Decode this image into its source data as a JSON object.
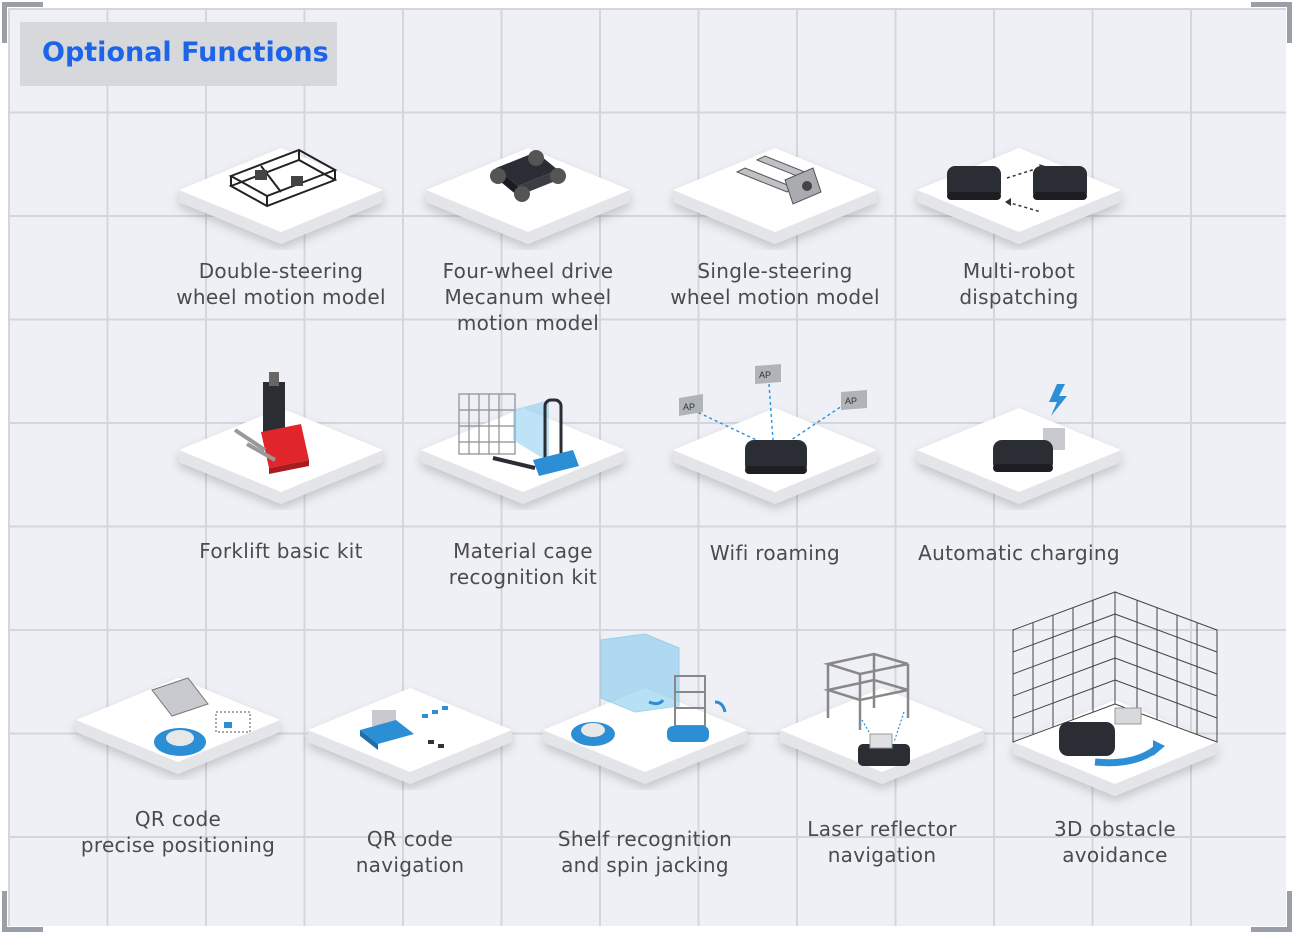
{
  "header": {
    "title": "Optional Functions"
  },
  "colors": {
    "title_blue": "#1d64e8",
    "robot_blue": "#2c8fd6",
    "forklift_red": "#e0262a",
    "dark": "#2a2d33"
  },
  "items": [
    {
      "icon": "double-steering-chassis-icon",
      "label": "Double-steering\nwheel motion model"
    },
    {
      "icon": "mecanum-wheel-chassis-icon",
      "label": "Four-wheel drive\nMecanum wheel\nmotion model"
    },
    {
      "icon": "single-steering-fork-icon",
      "label": "Single-steering\nwheel motion model"
    },
    {
      "icon": "multi-robot-icon",
      "label": "Multi-robot\ndispatching"
    },
    {
      "icon": "forklift-icon",
      "label": "Forklift basic kit"
    },
    {
      "icon": "material-cage-icon",
      "label": "Material cage\nrecognition kit"
    },
    {
      "icon": "wifi-roaming-icon",
      "label": "Wifi roaming",
      "ap_label": "AP"
    },
    {
      "icon": "charging-icon",
      "label": "Automatic charging"
    },
    {
      "icon": "qr-positioning-icon",
      "label": "QR code\nprecise positioning"
    },
    {
      "icon": "qr-navigation-icon",
      "label": "QR code\nnavigation"
    },
    {
      "icon": "shelf-jacking-icon",
      "label": "Shelf recognition\nand spin jacking"
    },
    {
      "icon": "laser-reflector-icon",
      "label": "Laser reflector\nnavigation"
    },
    {
      "icon": "obstacle-3d-icon",
      "label": "3D obstacle\navoidance"
    }
  ]
}
